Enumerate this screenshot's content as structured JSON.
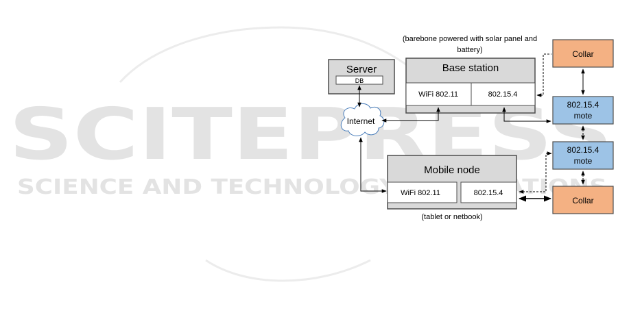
{
  "watermark": {
    "brand": "SCITEPRESS",
    "tagline": "SCIENCE AND TECHNOLOGY PUBLICATIONS",
    "color": "#e3e3e3"
  },
  "colors": {
    "box_gray": "#d9d9d9",
    "collar": "#f4b183",
    "mote": "#9dc3e6",
    "stroke": "#4d4d4d"
  },
  "server": {
    "title": "Server",
    "db": "DB"
  },
  "internet": {
    "label": "Internet"
  },
  "base_station": {
    "note_line1": "(barebone powered with solar panel and",
    "note_line2": "battery)",
    "title": "Base station",
    "wifi": "WiFi 802.11",
    "radio": "802.15.4"
  },
  "mobile_node": {
    "title": "Mobile node",
    "wifi": "WiFi 802.11",
    "radio": "802.15.4",
    "note": "(tablet or netbook)"
  },
  "collar_top": {
    "label": "Collar"
  },
  "mote_top": {
    "line1": "802.15.4",
    "line2": "mote"
  },
  "mote_bottom": {
    "line1": "802.15.4",
    "line2": "mote"
  },
  "collar_bottom": {
    "label": "Collar"
  }
}
